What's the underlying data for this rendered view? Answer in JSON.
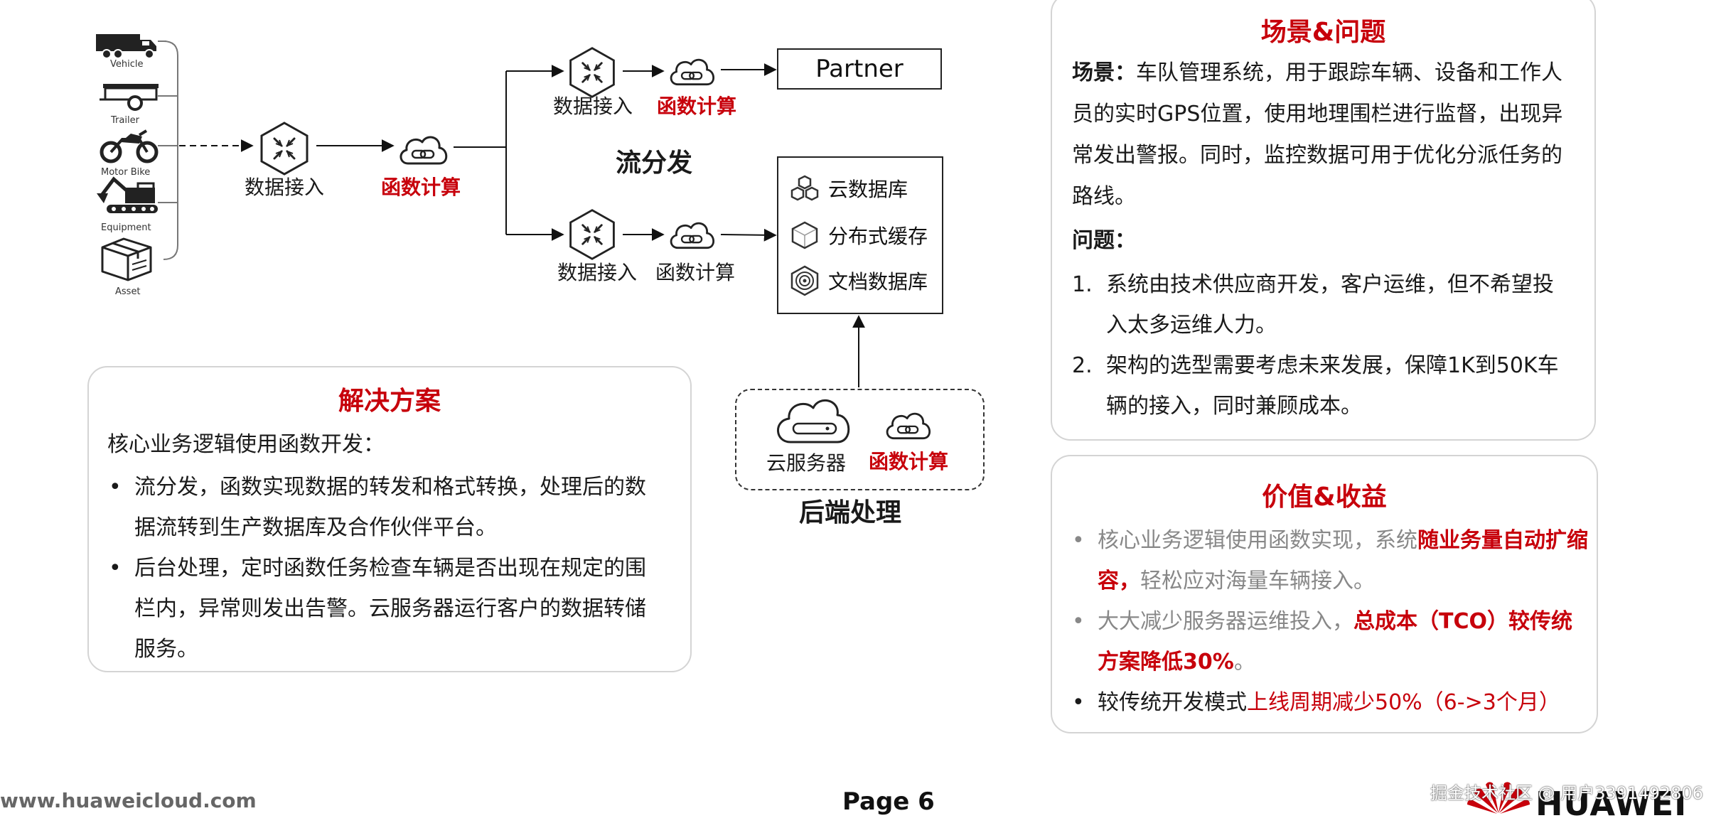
{
  "diagram": {
    "devices": [
      {
        "label": "Vehicle",
        "icon": "truck-icon"
      },
      {
        "label": "Trailer",
        "icon": "trailer-icon"
      },
      {
        "label": "Motor Bike",
        "icon": "motorbike-icon"
      },
      {
        "label": "Equipment",
        "icon": "excavator-icon"
      },
      {
        "label": "Asset",
        "icon": "box-icon"
      }
    ],
    "main_ingest_label": "数据接入",
    "main_compute_label": "函数计算",
    "top_ingest_label": "数据接入",
    "top_compute_label": "函数计算",
    "partner_label": "Partner",
    "stream_label": "流分发",
    "bottom_ingest_label": "数据接入",
    "bottom_compute_label": "函数计算",
    "databases": [
      {
        "label": "云数据库",
        "icon": "cloud-database-icon"
      },
      {
        "label": "分布式缓存",
        "icon": "distributed-cache-icon"
      },
      {
        "label": "文档数据库",
        "icon": "document-database-icon"
      }
    ],
    "backend": {
      "server_label": "云服务器",
      "compute_label": "函数计算",
      "title": "后端处理"
    }
  },
  "solution": {
    "title": "解决方案",
    "intro": "核心业务逻辑使用函数开发：",
    "bullets": [
      "流分发，函数实现数据的转发和格式转换，处理后的数据流转到生产数据库及合作伙伴平台。",
      "后台处理，定时函数任务检查车辆是否出现在规定的围栏内，异常则发出告警。云服务器运行客户的数据转储服务。"
    ]
  },
  "scenario": {
    "title": "场景&问题",
    "scene_label": "场景：",
    "scene_text": "车队管理系统，用于跟踪车辆、设备和工作人员的实时GPS位置，使用地理围栏进行监督，出现异常发出警报。同时，监控数据可用于优化分派任务的路线。",
    "problem_label": "问题：",
    "problems": [
      {
        "num": "1.",
        "text": "系统由技术供应商开发，客户运维，但不希望投入太多运维人力。"
      },
      {
        "num": "2.",
        "text": "架构的选型需要考虑未来发展，保障1K到50K车辆的接入，同时兼顾成本。"
      }
    ]
  },
  "value": {
    "title": "价值&收益",
    "items": [
      {
        "pre": "核心业务逻辑使用函数实现，系统",
        "hl": "随业务量自动扩缩容，",
        "post": "轻松应对海量车辆接入。"
      },
      {
        "pre": "大大减少服务器运维投入，",
        "hl": "总成本（TCO）较传统方案降低30%",
        "post": "。"
      },
      {
        "pre": "较传统开发模式",
        "hl": "上线周期减少50%（6->3个月）",
        "post": ""
      }
    ]
  },
  "footer": {
    "url": "www.huaweicloud.com",
    "page": "Page 6",
    "brand": "HUAWEI",
    "watermark": "掘金技术社区 @ 用户3391492806"
  },
  "colors": {
    "accent_red": "#c7000b",
    "card_border": "#d4d4d4",
    "muted_text": "#888888"
  }
}
